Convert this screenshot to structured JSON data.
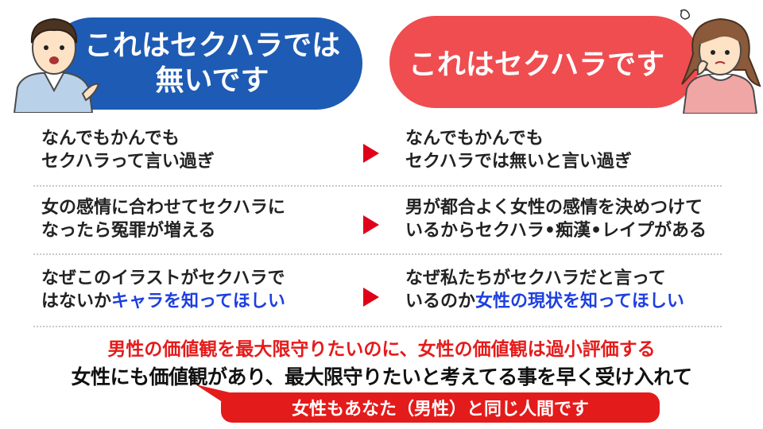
{
  "header": {
    "left_banner": {
      "line1": "これはセクハラでは",
      "line2": "無いです"
    },
    "right_banner": {
      "text": "これはセクハラです"
    }
  },
  "rows": [
    {
      "left": {
        "line1": "なんでもかんでも",
        "line2": "セクハラって言い過ぎ"
      },
      "right": {
        "line1": "なんでもかんでも",
        "line2": "セクハラでは無いと言い過ぎ"
      }
    },
    {
      "left": {
        "line1": "女の感情に合わせてセクハラに",
        "line2": "なったら冤罪が増える"
      },
      "right": {
        "line1": "男が都合よく女性の感情を決めつけて",
        "line2": "いるからセクハラ•痴漢•レイプがある"
      }
    },
    {
      "left": {
        "line1": "なぜこのイラストがセクハラで",
        "line2_plain": "はないか",
        "line2_highlight": "キャラを知ってほしい"
      },
      "right": {
        "line1": "なぜ私たちがセクハラだと言って",
        "line2_plain": "いるのか",
        "line2_highlight": "女性の現状を知ってほしい"
      }
    }
  ],
  "summary": {
    "red_line": "男性の価値観を最大限守りたいのに、女性の価値観は過小評価する",
    "black_line": "女性にも価値観があり、最大限守りたいと考えてる事を早く受け入れて",
    "callout": "女性もあなた（男性）と同じ人間です"
  },
  "colors": {
    "left_banner": "#1e5bb4",
    "right_banner": "#ef4d50",
    "arrow": "#e1001a",
    "highlight_blue": "#1d3fe0",
    "summary_red": "#e51b1b"
  },
  "icons": [
    "man-avatar-icon",
    "woman-avatar-icon",
    "arrow-right-icon"
  ]
}
